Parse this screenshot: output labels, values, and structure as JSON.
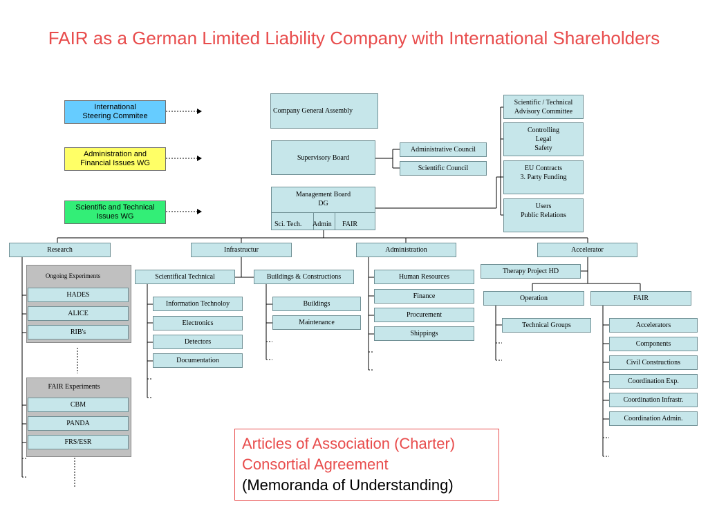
{
  "title": "FAIR as a German Limited Liability Company with International Shareholders",
  "colors": {
    "title_red": "#e84c4c",
    "box_fill": "#c6e6ea",
    "wg_blue": "#66ccff",
    "wg_yellow": "#ffff66",
    "wg_green": "#33ee77",
    "group_grey": "#c0c0c0"
  },
  "working_groups": [
    {
      "label": "International\nSteering Commitee"
    },
    {
      "label": "Administration and\nFinancial Issues WG"
    },
    {
      "label": "Scientific and Technical\nIssues WG"
    }
  ],
  "governance": {
    "general_assembly": "Company General Assembly",
    "supervisory_board": "Supervisory Board",
    "administrative_council": "Administrative Council",
    "scientific_council": "Scientific Council",
    "management_board": "Management Board\nDG",
    "management_units": [
      "Sci. Tech.",
      "Admin",
      "FAIR"
    ]
  },
  "staff_units": [
    "Scientific / Technical\nAdvisory Committee",
    "Controlling\nLegal\nSafety",
    "EU Contracts\n3. Party Funding",
    "Users\nPublic Relations"
  ],
  "divisions": {
    "research": {
      "label": "Research",
      "ongoing_label": "Ongoing Experiments",
      "ongoing": [
        "HADES",
        "ALICE",
        "RIB's"
      ],
      "fair_label": "FAIR Experiments",
      "fair": [
        "CBM",
        "PANDA",
        "FRS/ESR"
      ]
    },
    "infrastructure": {
      "label": "Infrastructur",
      "scientifical_technical": "Scientifical Technical",
      "sci_items": [
        "Information Technoloy",
        "Electronics",
        "Detectors",
        "Documentation"
      ],
      "buildings_constructions": "Buildings & Constructions",
      "bld_items": [
        "Buildings",
        "Maintenance"
      ]
    },
    "administration": {
      "label": "Administration",
      "items": [
        "Human Resources",
        "Finance",
        "Procurement",
        "Shippings"
      ]
    },
    "accelerator": {
      "label": "Accelerator",
      "therapy": "Therapy Project HD",
      "operation": "Operation",
      "operation_items": [
        "Technical Groups"
      ],
      "fair": "FAIR",
      "fair_items": [
        "Accelerators",
        "Components",
        "Civil Constructions",
        "Coordination Exp.",
        "Coordination Infrastr.",
        "Coordination Admin."
      ]
    }
  },
  "legal_documents": {
    "line1": "Articles of Association (Charter)",
    "line2": "Consortial Agreement",
    "line3": "(Memoranda of Understanding)"
  }
}
